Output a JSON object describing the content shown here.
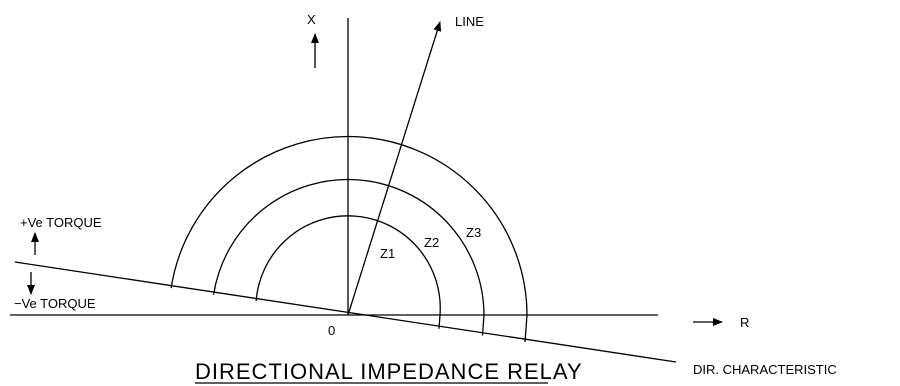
{
  "diagram": {
    "title": "DIRECTIONAL IMPEDANCE RELAY",
    "axes": {
      "x_label": "X",
      "r_label": "R",
      "origin_label": "0"
    },
    "line_label": "LINE",
    "characteristic_label": "DIR. CHARACTERISTIC",
    "torque": {
      "positive": "+Ve TORQUE",
      "negative": "−Ve TORQUE"
    },
    "zones": [
      {
        "label": "Z1"
      },
      {
        "label": "Z2"
      },
      {
        "label": "Z3"
      }
    ]
  }
}
